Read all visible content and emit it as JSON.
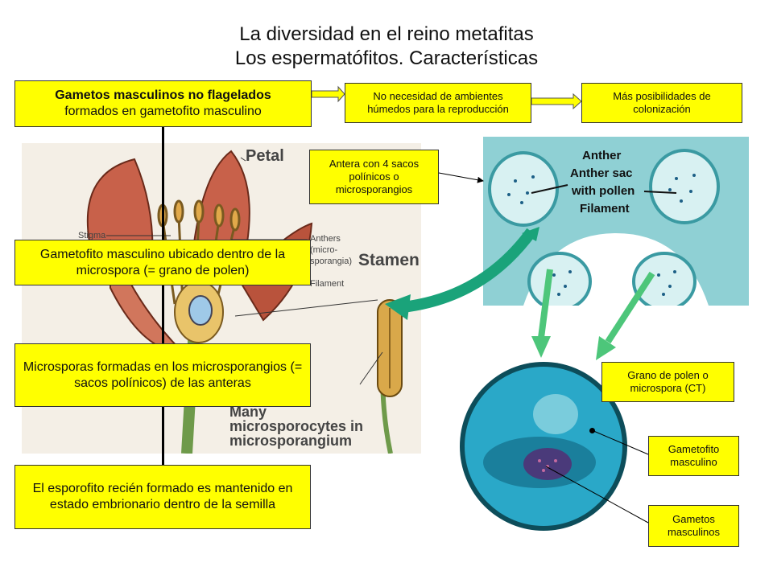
{
  "title": {
    "line1": "La diversidad en el reino metafitas",
    "line2": "Los espermatófitos. Características"
  },
  "boxes": {
    "gametos_bold": "Gametos masculinos no flagelados",
    "gametos_rest": "formados en gametofito masculino",
    "no_necesidad": "No necesidad de ambientes húmedos para la reproducción",
    "mas_posibilidades": "Más posibilidades de colonización",
    "antera": "Antera con 4 sacos polínicos o microsporangios",
    "gametofito_microspora": "Gametofito masculino ubicado dentro de la microspora (= grano de polen)",
    "microsporas": "Microsporas formadas en los microsporangios (= sacos polínicos) de las anteras",
    "esporofito": "El esporofito recién formado es mantenido en estado embrionario dentro de la semilla",
    "grano_polen": "Grano de polen o microspora (CT)",
    "gametofito_masculino": "Gametofito masculino",
    "gametos_masculinos": "Gametos masculinos"
  },
  "flower_labels": {
    "petal": "Petal",
    "stigma": "Stigma",
    "anthers": "Anthers",
    "micro": "(micro-",
    "sporangia": "sporangia)",
    "filament": "Filament",
    "stamen": "Stamen",
    "many": "Many",
    "microsporocytes": "microsporocytes in",
    "microsporangium": "microsporangium"
  },
  "anther_labels": {
    "anther": "Anther",
    "anther_sac": "Anther sac",
    "with_pollen": "with pollen",
    "filament": "Filament"
  },
  "colors": {
    "box_fill": "#ffff00",
    "arrow_teal": "#1aa37a",
    "anther_cyan": "#6fc3c9",
    "pollen_blue": "#2aa8c8",
    "petal_red": "#c8614a"
  }
}
